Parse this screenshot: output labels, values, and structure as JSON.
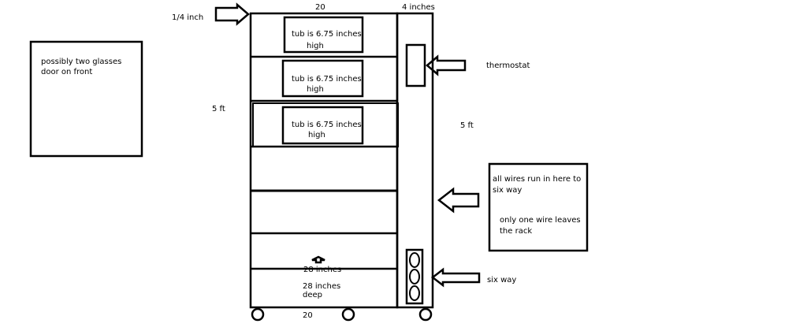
{
  "colors": {
    "stroke": "#000000",
    "background": "#ffffff"
  },
  "labels": {
    "quarter_inch": "1/4 inch",
    "top_width": "20",
    "side_width": "4 inches",
    "thermostat": "thermostat",
    "height_left": "5 ft",
    "height_right": "5 ft",
    "bottom_width": "20",
    "six_way": "six way"
  },
  "door_note": {
    "line1": "possibly two glasses",
    "line2": "door on front"
  },
  "tubs": [
    {
      "line1": "tub is 6.75 inches",
      "line2": "high"
    },
    {
      "line1": "tub is 6.75 inches",
      "line2": "high"
    },
    {
      "line1": "tub is 6.75 inches",
      "line2": "high"
    }
  ],
  "depth_note": {
    "overlap_text": "28 inches",
    "line1": "28 inches",
    "line2": "deep"
  },
  "wires_note": {
    "line1": "all wires run in here to",
    "line2": "six way",
    "line3": "only one wire leaves",
    "line4": "the rack"
  }
}
